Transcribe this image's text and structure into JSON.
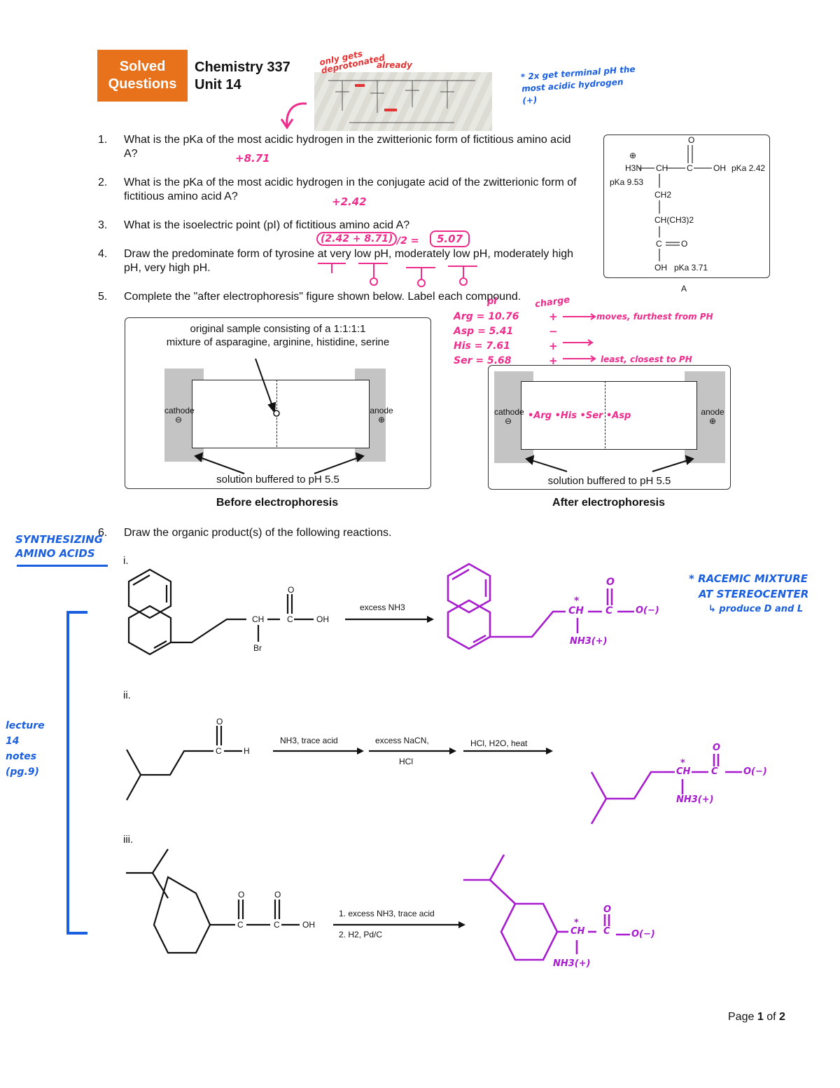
{
  "header": {
    "badge_line1": "Solved",
    "badge_line2": "Questions",
    "course": "Chemistry 337",
    "unit": "Unit 14"
  },
  "annotations": {
    "top_red_1": "only gets deprotonated",
    "top_red_2": "already",
    "top_blue": "* 2x get terminal pH the most acidic hydrogen (+)",
    "q1_answer": "+8.71",
    "q2_answer": "+2.42",
    "q3_work": "(2.42 + 8.71)",
    "q3_div": "/2 =",
    "q3_answer": "5.07",
    "pi_header": "pI",
    "charge_header": "charge",
    "pi_arg": "Arg = 10.76",
    "pi_asp": "Asp = 5.41",
    "pi_his": "His = 7.61",
    "pi_ser": "Ser = 5.68",
    "charge_arg": "+",
    "charge_asp": "−",
    "charge_his": "+",
    "charge_ser": "+",
    "arrow_arg_note": "moves, furthest from PH",
    "arrow_ser_note": "least, closest to PH",
    "after_labels": "•Arg •His •Ser •Asp",
    "margin_synth_1": "SYNTHESIZING",
    "margin_synth_2": "AMINO ACIDS",
    "margin_lecture_1": "lecture",
    "margin_lecture_2": "14",
    "margin_lecture_3": "notes",
    "margin_lecture_4": "(pg.9)",
    "racemic_1": "* RACEMIC MIXTURE",
    "racemic_2": "AT STEREOCENTER",
    "racemic_3": "↳ produce D and L"
  },
  "questions": [
    {
      "num": "1.",
      "text": "What is the pKa of the most acidic hydrogen in the zwitterionic form of fictitious amino acid A?"
    },
    {
      "num": "2.",
      "text": "What is the pKa of the most acidic hydrogen in the conjugate acid of the zwitterionic form of fictitious amino acid A?"
    },
    {
      "num": "3.",
      "text": "What is the isoelectric point (pI) of fictitious amino acid A?"
    },
    {
      "num": "4.",
      "text": "Draw the predominate form of tyrosine at very low pH, moderately low pH, moderately high pH, very high pH."
    },
    {
      "num": "5.",
      "text": "Complete the \"after electrophoresis\" figure shown below.  Label each compound."
    },
    {
      "num": "6.",
      "text": "Draw the organic product(s) of the following reactions."
    }
  ],
  "structure_A": {
    "label": "A",
    "plus": "⊕",
    "h3n": "H3N",
    "ch": "CH",
    "c": "C",
    "oh": "OH",
    "o": "O",
    "ch2_1": "CH2",
    "ch2_2": "CH(CH3)2",
    "pka_cooh": "pKa 2.42",
    "pka_nh3": "pKa 9.53",
    "pka_side": "pKa 3.71"
  },
  "electrophoresis": {
    "sample_line1": "original sample consisting of a 1:1:1:1",
    "sample_line2": "mixture of asparagine, arginine, histidine, serine",
    "cathode": "cathode",
    "anode": "anode",
    "minus": "⊖",
    "plus": "⊕",
    "buffer": "solution buffered to pH 5.5",
    "before_caption": "Before electrophoresis",
    "after_caption": "After electrophoresis"
  },
  "reactions": {
    "i_label": "i.",
    "ii_label": "ii.",
    "iii_label": "iii.",
    "i_reagent": "excess NH3",
    "i_ch": "CH",
    "i_c": "C",
    "i_oh": "OH",
    "i_o": "O",
    "i_br": "Br",
    "ii_reagent1": "NH3, trace acid",
    "ii_reagent2a": "excess NaCN,",
    "ii_reagent2b": "HCl",
    "ii_reagent3": "HCl, H2O, heat",
    "ii_c": "C",
    "ii_h": "H",
    "ii_o": "O",
    "iii_reagent1": "1. excess NH3, trace acid",
    "iii_reagent2": "2. H2, Pd/C",
    "iii_c": "C",
    "iii_oh": "OH",
    "iii_o": "O",
    "prod_ch": "CH",
    "prod_c": "C",
    "prod_o": "O",
    "prod_ominus": "O(−)",
    "prod_nh3": "NH3(+)",
    "prod_star": "*"
  },
  "footer": {
    "page_prefix": "Page",
    "page_num": "1",
    "page_of": "of",
    "page_total": "2"
  },
  "colors": {
    "badge": "#e8711c",
    "product": "#a81ccf",
    "note_blue": "#1a5fe0",
    "note_pink": "#ee2c8c",
    "note_red": "#e53333"
  }
}
